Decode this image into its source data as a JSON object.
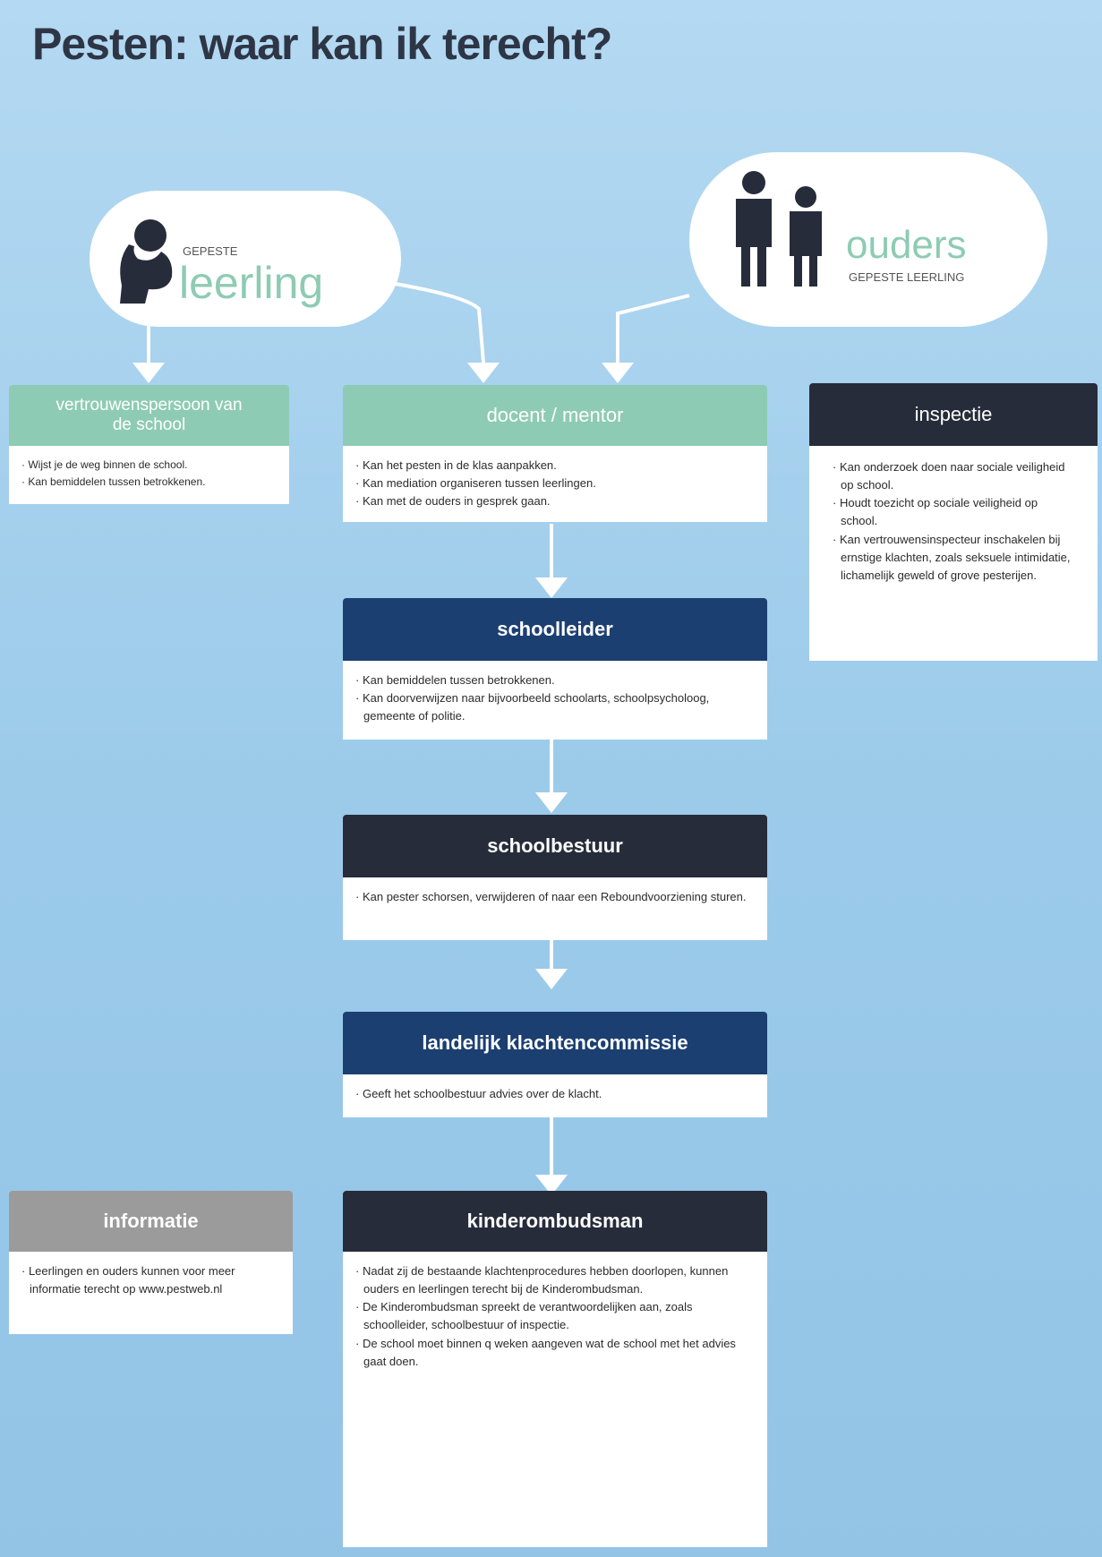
{
  "title": "Pesten: waar kan ik terecht?",
  "actors": {
    "student": {
      "small": "GEPESTE",
      "big": "leerling",
      "icon": "sitting-child-icon"
    },
    "parents": {
      "big": "ouders",
      "small": "GEPESTE LEERLING",
      "icon": "parents-icon"
    }
  },
  "boxes": {
    "vertrouwenspersoon": {
      "title": "vertrouwenspersoon van de school",
      "items": [
        "Wijst je de weg binnen de school.",
        "Kan bemiddelen tussen betrokkenen."
      ]
    },
    "docent": {
      "title": "docent / mentor",
      "items": [
        "Kan het pesten in de klas aanpakken.",
        "Kan mediation organiseren tussen leerlingen.",
        "Kan met de ouders in gesprek gaan."
      ]
    },
    "inspectie": {
      "title": "inspectie",
      "items": [
        "Kan onderzoek doen naar sociale veiligheid op school.",
        "Houdt toezicht op sociale veiligheid op school.",
        "Kan vertrouwensinspecteur inschakelen bij ernstige klachten, zoals seksuele intimidatie, lichamelijk geweld of grove pesterijen."
      ]
    },
    "schoolleider": {
      "title": "schoolleider",
      "items": [
        "Kan bemiddelen tussen betrokkenen.",
        "Kan doorverwijzen naar bijvoorbeeld schoolarts, schoolpsycholoog, gemeente of politie."
      ]
    },
    "schoolbestuur": {
      "title": "schoolbestuur",
      "items": [
        "Kan pester schorsen, verwijderen of naar een Reboundvoorziening sturen."
      ]
    },
    "klachtencommissie": {
      "title": "landelijk klachtencommissie",
      "items": [
        "Geeft het schoolbestuur advies over de klacht."
      ]
    },
    "informatie": {
      "title": "informatie",
      "items": [
        "Leerlingen en ouders kunnen voor meer informatie terecht op www.pestweb.nl"
      ]
    },
    "kinderombudsman": {
      "title": "kinderombudsman",
      "items": [
        "Nadat zij de bestaande klachtenprocedures hebben doorlopen, kunnen ouders en leerlingen terecht bij de Kinderombudsman.",
        "De Kinderombudsman spreekt de verantwoordelijken aan, zoals schoolleider, schoolbestuur of inspectie.",
        "De school moet binnen q weken aangeven wat de school met het advies gaat doen."
      ]
    }
  },
  "colors": {
    "green": "#8ecbb4",
    "navy": "#1c3f72",
    "dark": "#262c3a",
    "grey": "#9b9b9b",
    "background": "#a6d2ef"
  }
}
